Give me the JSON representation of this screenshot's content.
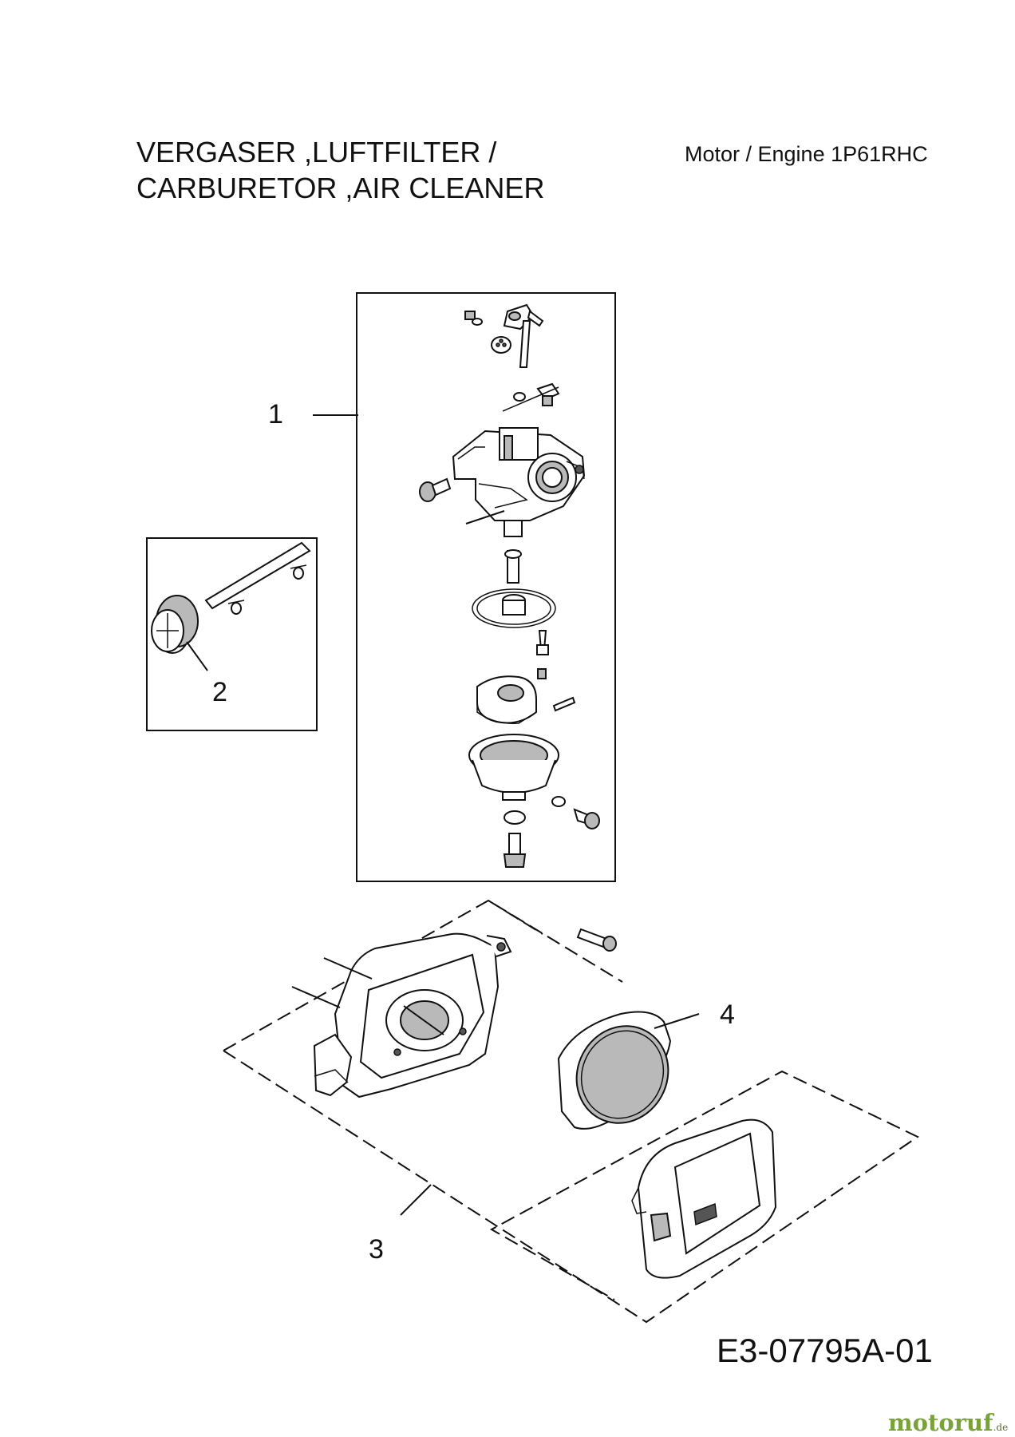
{
  "header": {
    "title_line1": "VERGASER ,LUFTFILTER /",
    "title_line2": "CARBURETOR ,AIR CLEANER",
    "engine": "Motor / Engine  1P61RHC"
  },
  "callouts": [
    "1",
    "2",
    "3",
    "4"
  ],
  "footer": {
    "document_number": "E3-07795A-01"
  },
  "watermark": {
    "brand": "motoruf",
    "tld": ".de",
    "color": "#7aa23a"
  }
}
